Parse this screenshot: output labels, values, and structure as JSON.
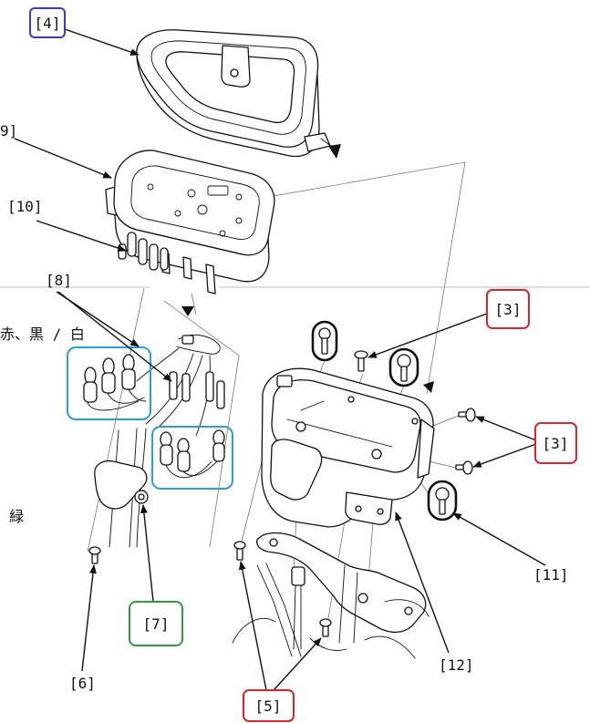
{
  "labels": {
    "part4": "[4]",
    "part9": "9]",
    "part10": "[10]",
    "part8": "[8]",
    "wire_colors_1": "赤、黒 / 白",
    "wire_color_2": "緑",
    "part3_top": "[3]",
    "part3_right": "[3]",
    "part11": "[11]",
    "part12": "[12]",
    "part7": "[7]",
    "part6": "[6]",
    "part5": "[5]"
  },
  "colors": {
    "blue_box": "#3b3bb5",
    "red_box": "#d9262c",
    "green_box": "#2f9a3f",
    "cyan_box": "#2a9fd8",
    "line": "#111111"
  }
}
